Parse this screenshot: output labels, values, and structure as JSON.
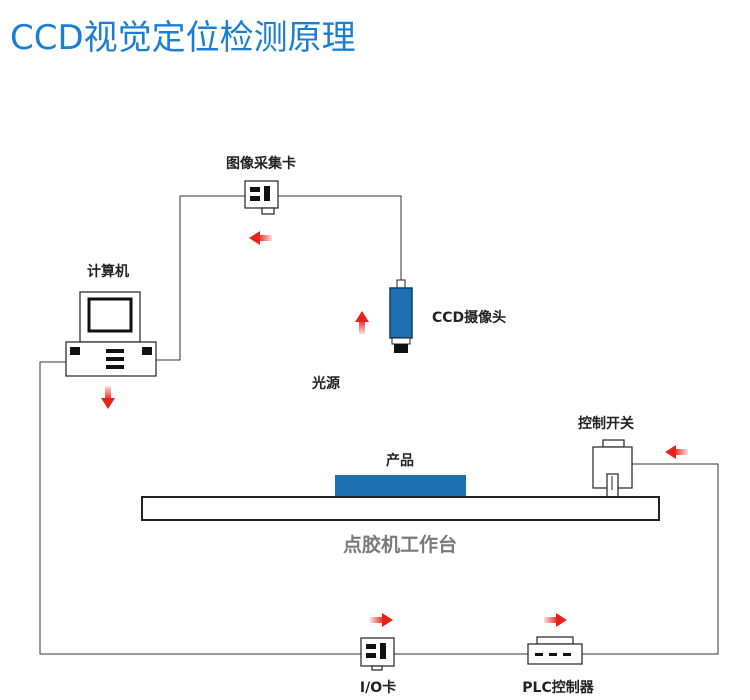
{
  "title": "CCD视觉定位检测原理",
  "labels": {
    "capture_card": "图像采集卡",
    "computer": "计算机",
    "ccd_camera": "CCD摄像头",
    "light_source": "光源",
    "control_switch": "控制开关",
    "product": "产品",
    "workbench": "点胶机工作台",
    "io_card": "I/O卡",
    "plc": "PLC控制器"
  },
  "colors": {
    "title": "#1a7fd4",
    "camera_body": "#1e6fb0",
    "product_block": "#1e6fb0",
    "arrow": "#e8221b",
    "workbench_label": "#7a7a7a"
  },
  "arrows": [
    {
      "id": "capture-card-arrow",
      "direction": "left"
    },
    {
      "id": "computer-arrow",
      "direction": "down"
    },
    {
      "id": "light-source-arrow",
      "direction": "up"
    },
    {
      "id": "control-switch-arrow",
      "direction": "left"
    },
    {
      "id": "io-card-arrow",
      "direction": "right"
    },
    {
      "id": "plc-arrow",
      "direction": "right"
    }
  ]
}
